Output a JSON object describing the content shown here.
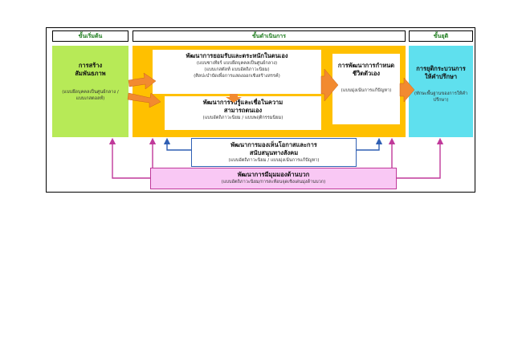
{
  "headers": {
    "start": "ขั้นเริ่มต้น",
    "process": "ขั้นดำเนินการ",
    "end": "ขั้นยุติ"
  },
  "boxes": {
    "build_relationship": {
      "title": "การสร้างสัมพันธภาพ",
      "sub": "(แบบยึดบุคคลเป็นศูนย์กลาง / แบบเกสตอลท์)"
    },
    "self_acceptance": {
      "title": "พัฒนาการยอมรับและตระหนักในตนเอง",
      "sub1": "(แบบซาเทียร์ แบบยึดบุคคลเป็นศูนย์กลาง)",
      "sub2": "(แบบเกสตัลท์ แบบอัตถิภาวะนิยม)",
      "sub3": "(ศิลปะบำบัดเพื่อการแสดงออกเชิงสร้างสรรค์)"
    },
    "self_ability": {
      "title": "พัฒนาการรับรู้และเชื่อในความสามารถตนเอง",
      "sub": "(แบบอัตถิภาวะนิยม / แบบพฤติกรรมนิยม)"
    },
    "life_direction": {
      "title": "การพัฒนาการกำหนดชีวิตตัวเอง",
      "sub": "(แบบมุ่งเน้นการแก้ปัญหา)"
    },
    "termination": {
      "title": "การยุติกระบวนการให้คำปรึกษา",
      "sub": "(ทักษะพื้นฐานของการให้คำปรึกษา)"
    },
    "social_support": {
      "title": "พัฒนาการมองเห็นโอกาสและการสนับสนุนทางสังคม",
      "sub": "(แบบอัตถิภาวะนิยม / แบบมุ่งเน้นการแก้ปัญหา)"
    },
    "positive_view": {
      "title": "พัฒนาการมีมุมมองด้านบวก",
      "sub": "(แบบอัตถิภาวะนิยม/การสะท้อนจุดเชิงเด่นมุ่งด้านบวก)"
    }
  },
  "colors": {
    "green": "#b7ea57",
    "yellow": "#ffc000",
    "cyan": "#5fe0ee",
    "orange": "#f28a30",
    "pink": "#f9c8f4",
    "magenta": "#c0399a",
    "blue": "#2f5fb3"
  }
}
